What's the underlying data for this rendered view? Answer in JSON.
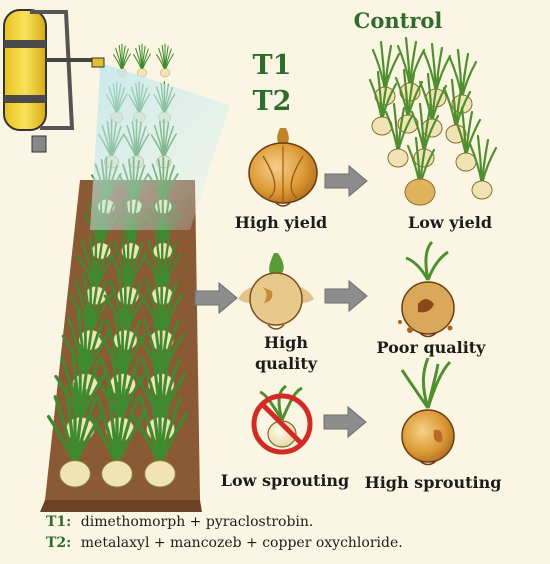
{
  "treatments": {
    "t1": "T1",
    "t2": "T2",
    "control": "Control"
  },
  "outcomes": {
    "treated": {
      "yield": "High yield",
      "quality_line1": "High",
      "quality_line2": "quality",
      "sprouting": "Low sprouting"
    },
    "control": {
      "yield": "Low yield",
      "quality": "Poor quality",
      "sprouting": "High sprouting"
    }
  },
  "legend": [
    {
      "key": "T1:",
      "text": "dimethomorph + pyraclostrobin."
    },
    {
      "key": "T2:",
      "text": "metalaxyl + mancozeb + copper oxychloride."
    }
  ],
  "colors": {
    "background": "#fbf6e4",
    "label_green": "#2f6b2a",
    "onion_gold": "#d9952e",
    "leaf_green": "#3f8a2e",
    "soil": "#8a5a35",
    "arrow_gray": "#8d8d8d",
    "sprayer_yellow": "#f2d22a"
  },
  "icons": [
    "sprayer-icon",
    "onion-field-icon",
    "onion-bulb-icon",
    "arrow-right-icon",
    "no-sprouting-icon",
    "rotten-onion-icon",
    "sprouting-onion-icon"
  ]
}
